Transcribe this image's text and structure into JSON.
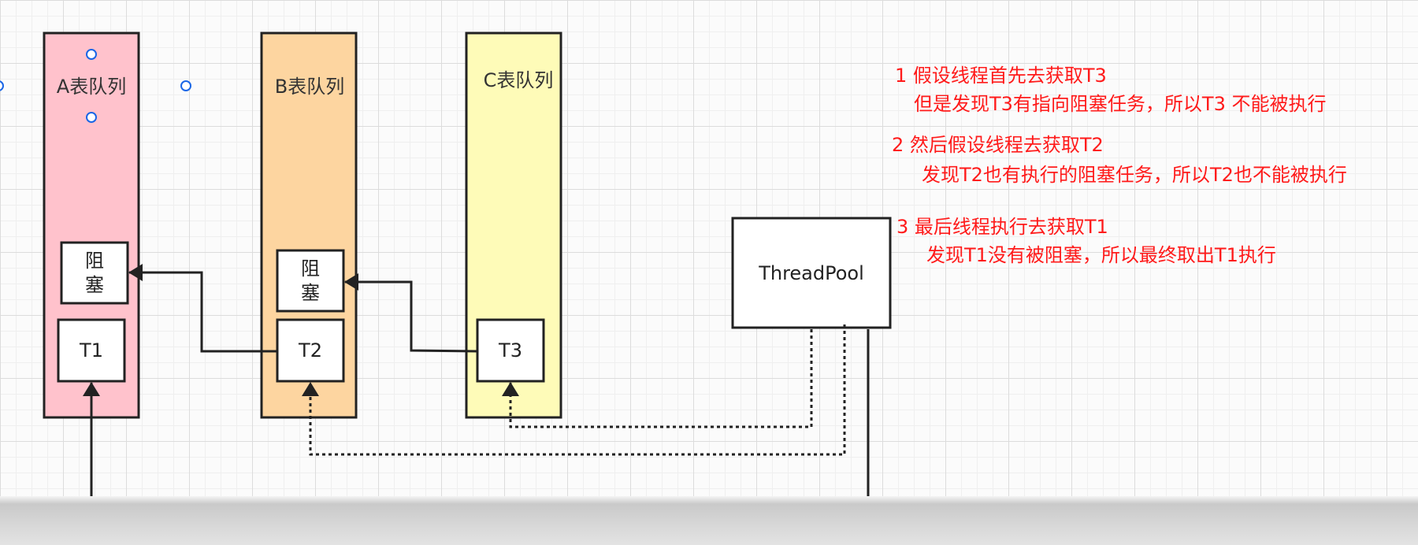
{
  "lanes": [
    {
      "id": "a",
      "title": "A表队列",
      "fill": "#ffc2cc"
    },
    {
      "id": "b",
      "title": "B表队列",
      "fill": "#fdd5a0"
    },
    {
      "id": "c",
      "title": "C表队列",
      "fill": "#fefbb8"
    }
  ],
  "blocks": {
    "a": [
      "阻",
      "塞"
    ],
    "b": [
      "阻",
      "塞"
    ]
  },
  "tasks": {
    "t1": "T1",
    "t2": "T2",
    "t3": "T3"
  },
  "threadpool": "ThreadPool",
  "notes": [
    "1 假设线程首先去获取T3",
    "但是发现T3有指向阻塞任务，所以T3 不能被执行",
    "2 然后假设线程去获取T2",
    "发现T2也有执行的阻塞任务，所以T2也不能被执行",
    "3  最后线程执行去获取T1",
    "发现T1没有被阻塞，所以最终取出T1执行"
  ],
  "colors": {
    "note_text": "#ff1a1a",
    "stroke": "#222222",
    "selection_handle": "#1a66e6"
  }
}
